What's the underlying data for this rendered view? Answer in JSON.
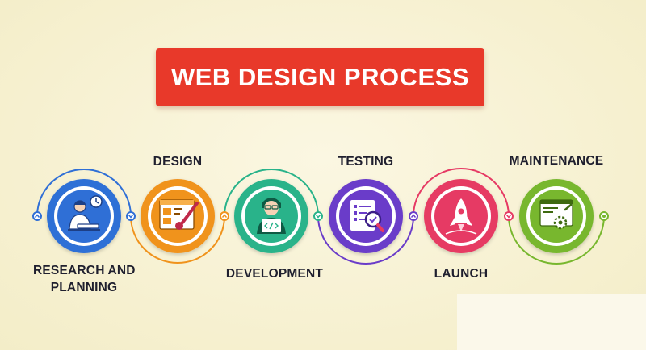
{
  "title": "WEB DESIGN PROCESS",
  "steps": [
    {
      "label": "RESEARCH AND\nPLANNING",
      "color": "#2f6fd6",
      "icon": "researcher-at-desk-icon"
    },
    {
      "label": "DESIGN",
      "color": "#f0931c",
      "icon": "design-palette-brush-icon"
    },
    {
      "label": "DEVELOPMENT",
      "color": "#29b38a",
      "icon": "developer-code-icon"
    },
    {
      "label": "TESTING",
      "color": "#6a3cc9",
      "icon": "checklist-magnifier-icon"
    },
    {
      "label": "LAUNCH",
      "color": "#e63a64",
      "icon": "rocket-icon"
    },
    {
      "label": "MAINTENANCE",
      "color": "#78b72e",
      "icon": "browser-gear-icon"
    }
  ]
}
